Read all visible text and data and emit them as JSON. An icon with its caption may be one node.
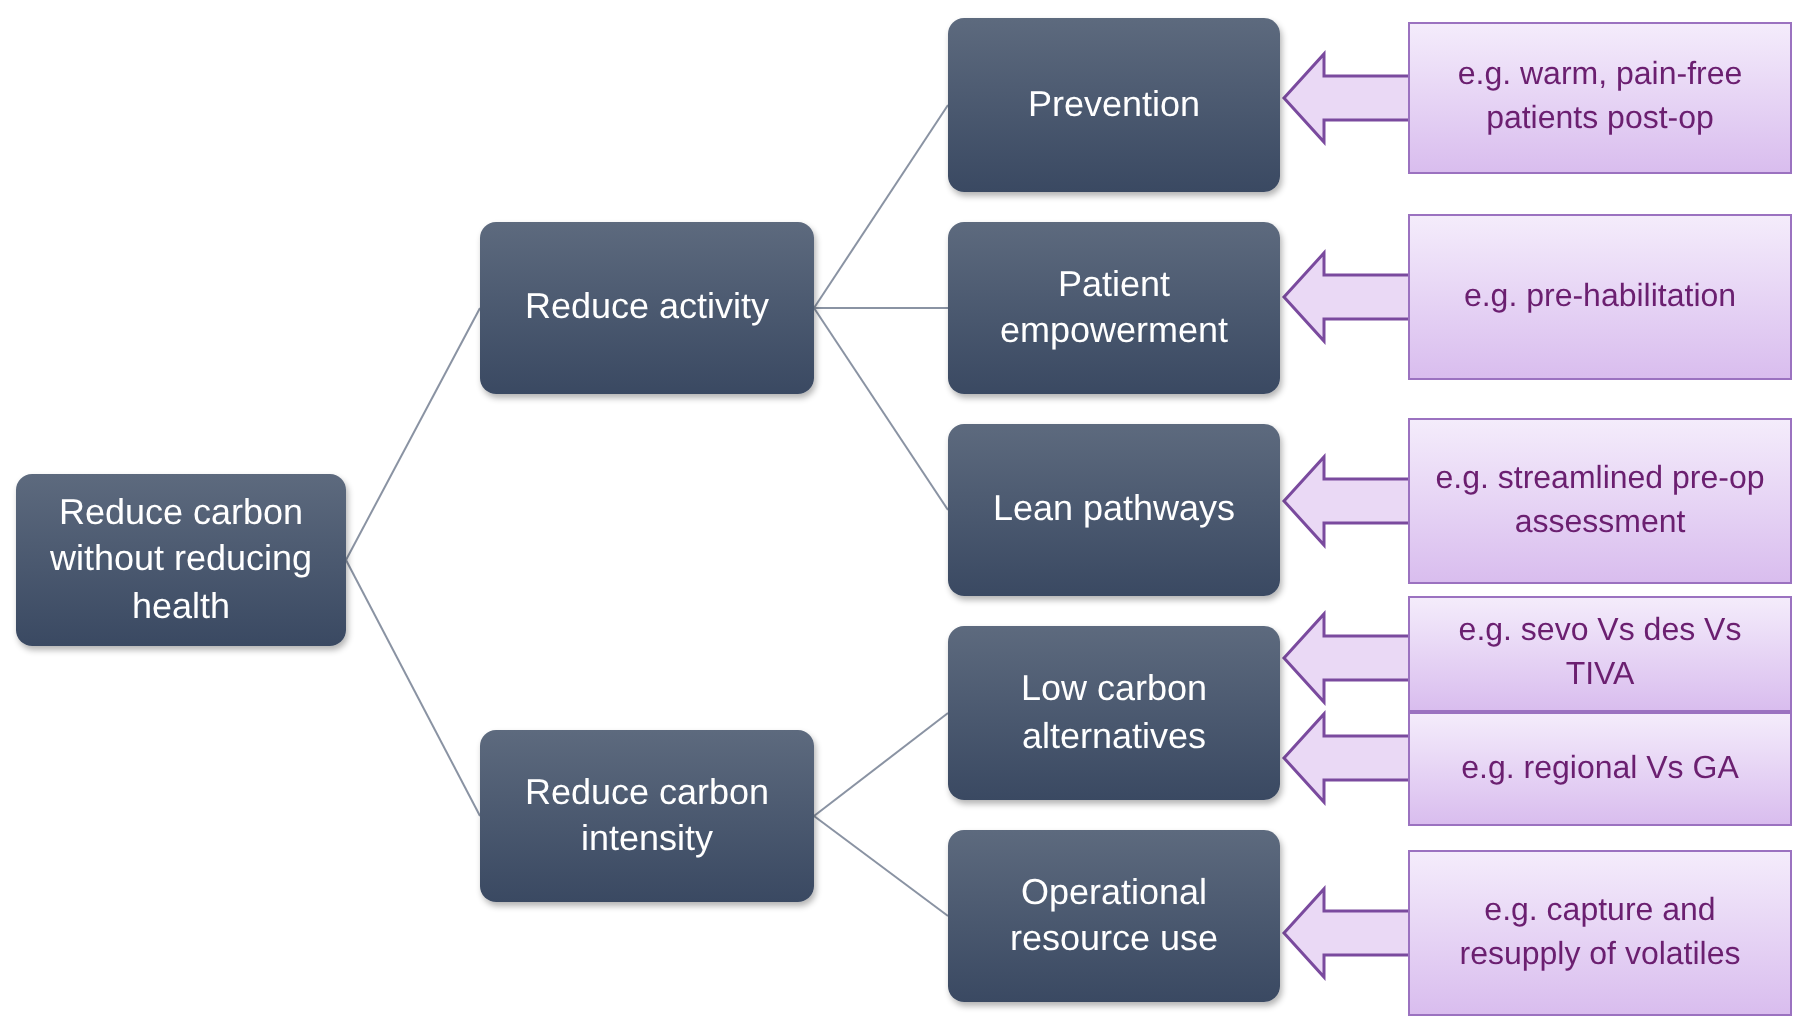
{
  "diagram": {
    "nodes": [
      {
        "text": [
          "Reduce carbon without reducing health"
        ]
      },
      {
        "text": [
          "Reduce activity"
        ]
      },
      {
        "text": [
          "Reduce carbon intensity"
        ]
      },
      {
        "text": [
          "Prevention"
        ]
      },
      {
        "text": [
          "Patient empowerment"
        ]
      },
      {
        "text": [
          "Lean pathways"
        ]
      },
      {
        "text": [
          "Low carbon alternatives"
        ]
      },
      {
        "text": [
          "Operational resource use"
        ]
      },
      {
        "text": [
          "e.g. warm, pain-free patients post-op"
        ]
      },
      {
        "text": [
          "e.g. pre-habilitation"
        ]
      },
      {
        "text": [
          "e.g. streamlined pre-op assessment"
        ]
      },
      {
        "text": [
          "e.g. sevo Vs des Vs TIVA"
        ]
      },
      {
        "text": [
          "e.g. regional Vs GA"
        ]
      },
      {
        "text": [
          "e.g. capture and resupply of volatiles"
        ]
      }
    ],
    "edges": [
      {
        "from": 0,
        "to": 1,
        "arrow": "none"
      },
      {
        "from": 0,
        "to": 2,
        "arrow": "none"
      },
      {
        "from": 1,
        "to": 3,
        "arrow": "none"
      },
      {
        "from": 1,
        "to": 4,
        "arrow": "none"
      },
      {
        "from": 1,
        "to": 5,
        "arrow": "none"
      },
      {
        "from": 2,
        "to": 6,
        "arrow": "none"
      },
      {
        "from": 2,
        "to": 7,
        "arrow": "none"
      },
      {
        "from": 8,
        "to": 3,
        "arrow": "to",
        "style": "thick"
      },
      {
        "from": 9,
        "to": 4,
        "arrow": "to",
        "style": "thick"
      },
      {
        "from": 10,
        "to": 5,
        "arrow": "to",
        "style": "thick"
      },
      {
        "from": 11,
        "to": 6,
        "arrow": "to",
        "style": "thick"
      },
      {
        "from": 12,
        "to": 6,
        "arrow": "to",
        "style": "thick"
      },
      {
        "from": 13,
        "to": 7,
        "arrow": "to",
        "style": "thick"
      }
    ]
  }
}
